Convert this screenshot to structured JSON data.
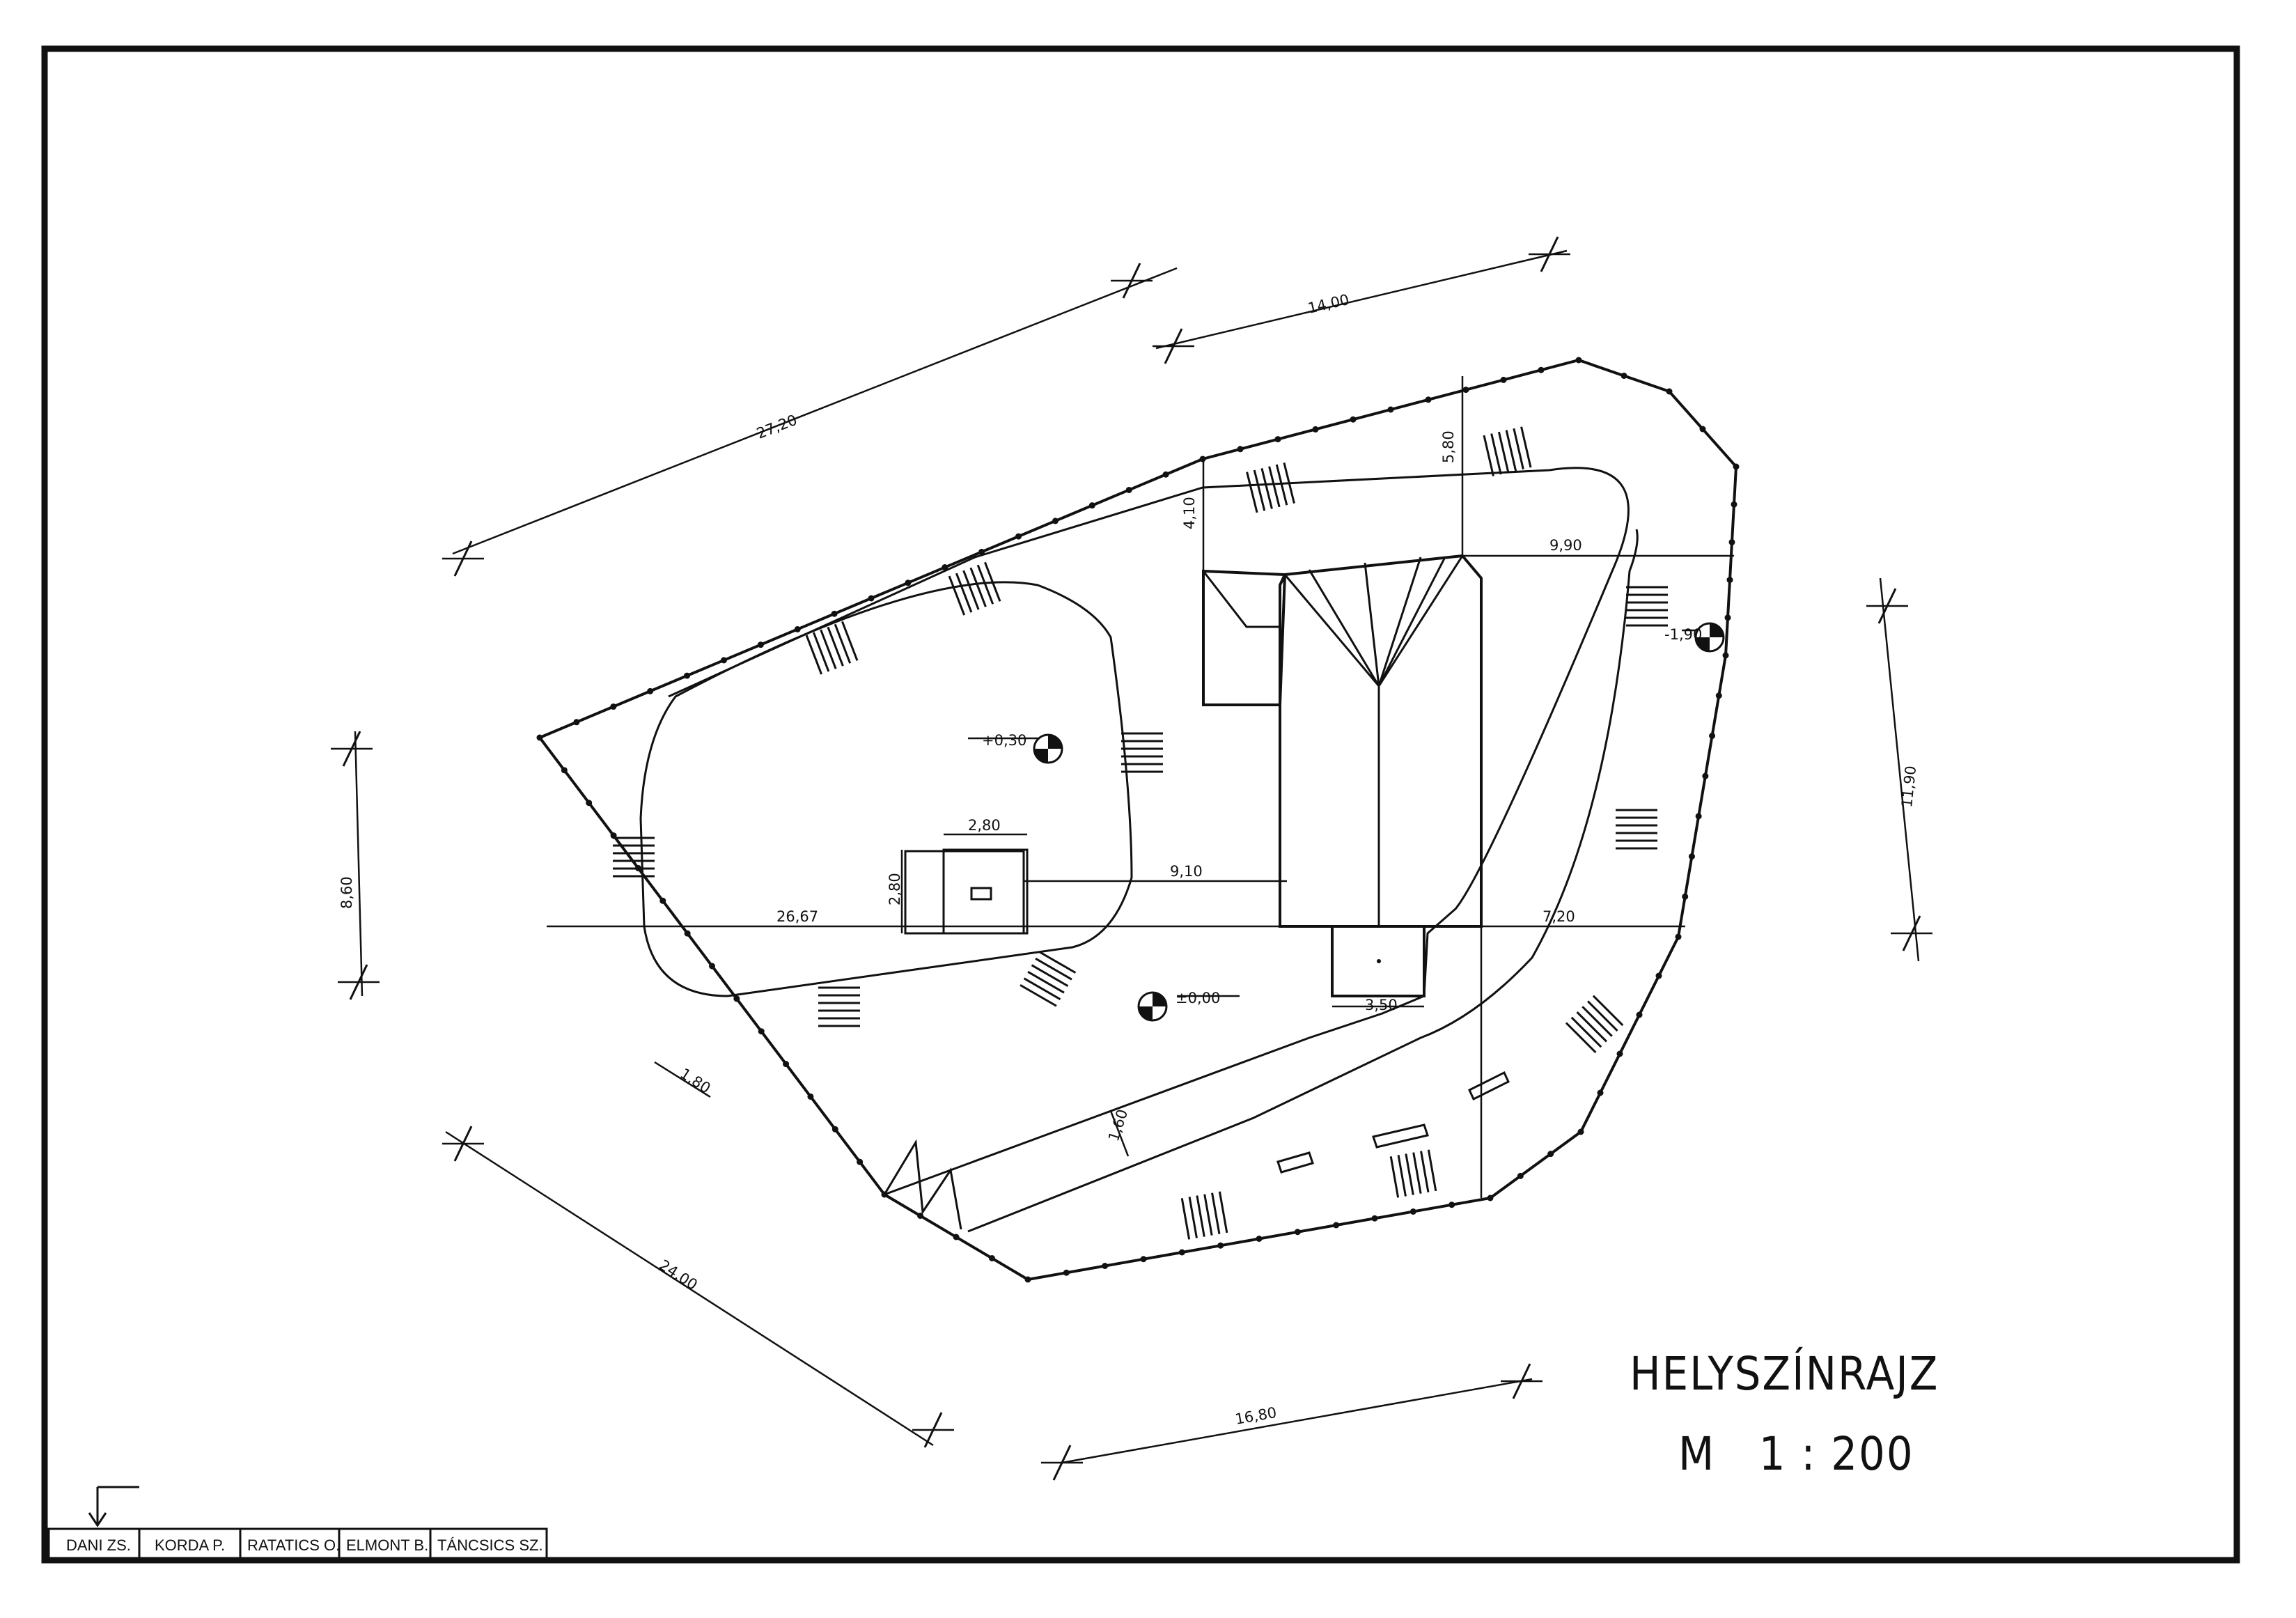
{
  "title": "HELYSZÍNRAJZ",
  "scale": "M   1 : 200",
  "authors": [
    "DANI ZS.",
    "KORDA P.",
    "RATATICS O.",
    "ELMONT B.",
    "TÁNCSICS SZ."
  ],
  "dimensions": {
    "d_27_20": "27,20",
    "d_14_00": "14,00",
    "d_4_10": "4,10",
    "d_5_80": "5,80",
    "d_9_90": "9,90",
    "d_11_90": "11,90",
    "d_8_60": "8,60",
    "d_2_80_h": "2,80",
    "d_2_80_v": "2,80",
    "d_9_10": "9,10",
    "d_26_67": "26,67",
    "d_7_20": "7,20",
    "d_3_50": "3,50",
    "d_1_80": "1,80",
    "d_1_60": "1,60",
    "d_24_00": "24,00",
    "d_16_80": "16,80"
  },
  "levels": {
    "lvl_plus_030": "+0,30",
    "lvl_pm_000": "±0,00",
    "lvl_minus_190": "-1,90"
  }
}
